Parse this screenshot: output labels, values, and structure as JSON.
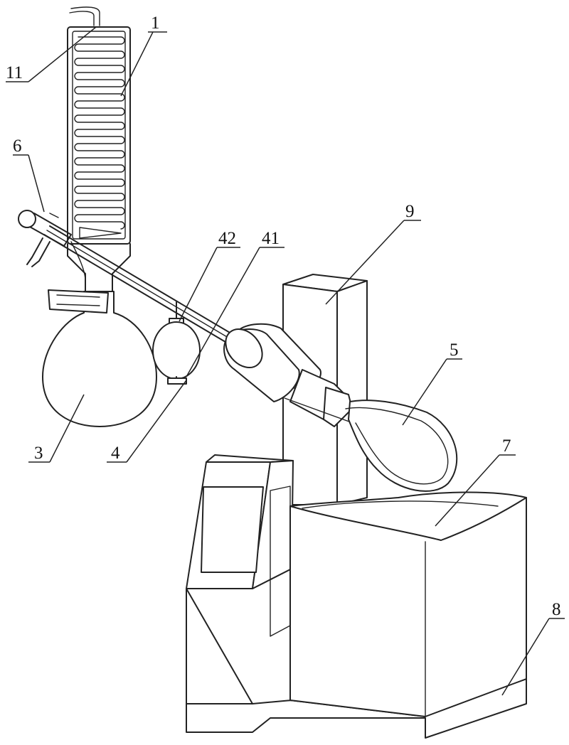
{
  "labels": {
    "l1": "1",
    "l3": "3",
    "l4": "4",
    "l5": "5",
    "l6": "6",
    "l7": "7",
    "l8": "8",
    "l9": "9",
    "l11": "11",
    "l41": "41",
    "l42": "42"
  }
}
